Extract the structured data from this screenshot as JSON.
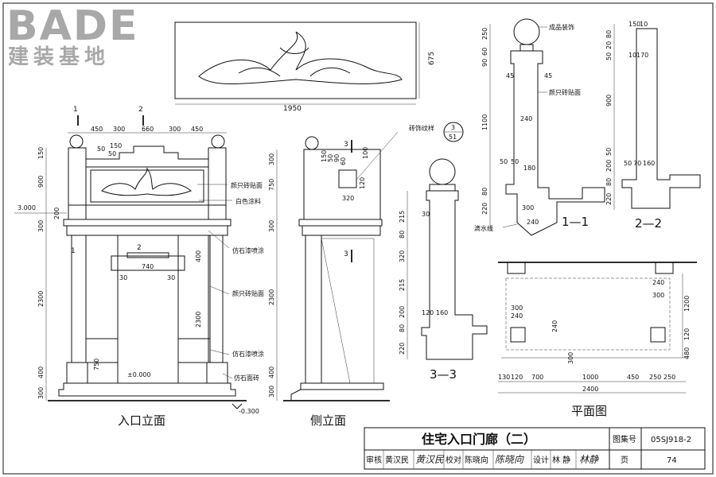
{
  "logo": {
    "brand": "BADE",
    "subtitle": "建装基地"
  },
  "views": {
    "front": "入口立面",
    "side": "侧立面",
    "sec11": "1—1",
    "sec22": "2—2",
    "sec33": "3—3",
    "plan": "平面图"
  },
  "panel": {
    "width": "1950",
    "height": "675"
  },
  "front_dims": {
    "top": [
      "450",
      "300",
      "660",
      "300",
      "450"
    ],
    "left": [
      "150",
      "900",
      "300",
      "2300",
      "400",
      "300"
    ],
    "inner_left": "200",
    "opening": "740",
    "side30a": "30",
    "side30b": "30",
    "right_400": "400",
    "right_2300": "2300",
    "right_750": "750",
    "small_50": "50",
    "small_150": "150",
    "small_50b": "50",
    "level": "3.000",
    "zero": "±0.000",
    "minus": "-0.300",
    "sym1": "1",
    "sym2": "2",
    "sym1b": "1",
    "sym2b": "2"
  },
  "front_labels": {
    "l1": "颜只砖贴面",
    "l2": "白色涂料",
    "l3": "仿石漆喷涂",
    "l4": "颜只砖贴面",
    "l5": "仿石漆喷涂",
    "l6": "仿石面砖"
  },
  "side_dims": {
    "d300": "300",
    "d750": "750",
    "d300b": "300",
    "d2300": "2300",
    "d400": "400",
    "d300c": "300",
    "s150": "150",
    "s50": "50",
    "s90": "90",
    "s60": "60",
    "s100": "100",
    "s120": "120",
    "s320": "320",
    "sym3a": "3",
    "sym3b": "3",
    "ornament_note": "砖饰纹样",
    "ref_num": "3",
    "ref_den": "51"
  },
  "sec11": {
    "note": "成品装饰",
    "tile": "颜只砖贴面",
    "drip": "滴水线",
    "d250": "250",
    "d60": "60",
    "d90": "90",
    "d1100": "1100",
    "d220": "220",
    "d80": "80",
    "s45a": "45",
    "s45b": "45",
    "s240": "240",
    "s50a": "50",
    "s50b": "50",
    "s180": "180",
    "s300": "300",
    "s240b": "240"
  },
  "sec22": {
    "d150": "150",
    "d10": "10",
    "d20": "20",
    "d50": "50",
    "d80": "80",
    "d10b": "10",
    "d170": "170",
    "d900": "900",
    "d50b": "50",
    "d200": "200",
    "d80b": "80",
    "d220": "220",
    "s50": "50",
    "s70": "70",
    "s160": "160"
  },
  "sec33": {
    "d215": "215",
    "d80": "80",
    "d320": "320",
    "d215b": "215",
    "d200": "200",
    "d80b": "80",
    "d220": "220",
    "s30": "30",
    "s160": "160",
    "s120": "120"
  },
  "plan_dims": {
    "bottom": [
      "130",
      "120",
      "700",
      "1000",
      "450",
      "250",
      "250"
    ],
    "total": "2400",
    "p300": "300",
    "p240": "240",
    "p240b": "240",
    "p300b": "300",
    "p240c": "240",
    "p300c": "300",
    "r1200": "1200",
    "r120": "120",
    "r480": "480"
  },
  "title_block": {
    "title": "住宅入口门廊（二）",
    "atlas_label": "图集号",
    "atlas_no": "05SJ918-2",
    "review_label": "审核",
    "review_name": "黄汉民",
    "review_sig": "黄汉民",
    "check_label": "校对",
    "check_name": "陈晓向",
    "check_sig": "陈晓向",
    "design_label": "设计",
    "design_name": "林 静",
    "design_sig": "林静",
    "page_label": "页",
    "page_no": "74"
  }
}
